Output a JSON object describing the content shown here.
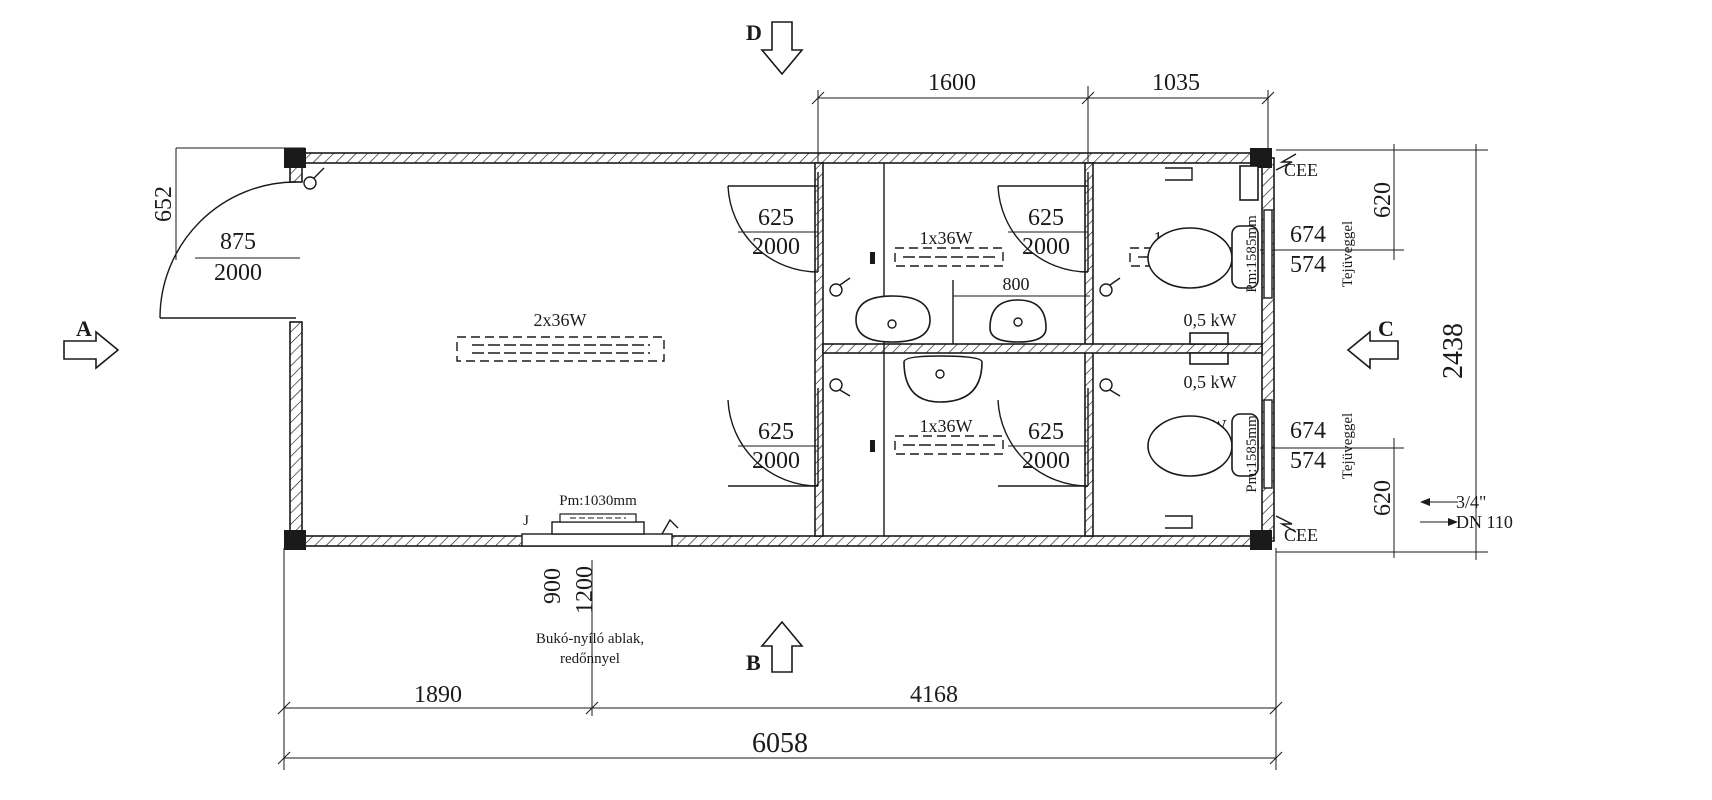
{
  "section_labels": {
    "a": "A",
    "b": "B",
    "c": "C",
    "d": "D"
  },
  "top_dims": {
    "left": "1600",
    "right": "1035"
  },
  "bottom_dims": {
    "left": "1890",
    "right": "4168",
    "total": "6058"
  },
  "right_dims": {
    "total": "2438",
    "top": "620",
    "bottom": "620"
  },
  "left_door": {
    "offset": "652",
    "width": "875",
    "height": "2000"
  },
  "doors": {
    "d1": {
      "width": "625",
      "height": "2000"
    },
    "d2": {
      "width": "625",
      "height": "2000"
    },
    "d3": {
      "width": "625",
      "height": "2000"
    },
    "d4": {
      "width": "625",
      "height": "2000"
    }
  },
  "lights": {
    "main": "2x36W",
    "l1": "1x36W",
    "l2": "1x36W",
    "l3": "1x36W",
    "l4": "1x36W"
  },
  "heaters": {
    "upper": "0,5 kW",
    "lower": "0,5 kW"
  },
  "sink_dim": "800",
  "windows": {
    "upper": {
      "width": "674",
      "height": "574",
      "sill": "Pm:1585mm",
      "label": "Tejüveggel"
    },
    "lower": {
      "width": "674",
      "height": "574",
      "sill": "Pm:1585mm",
      "label": "Tejüveggel"
    }
  },
  "main_window": {
    "sill": "Pm:1030mm",
    "mark": "J",
    "height": "1200",
    "width": "900",
    "label_line1": "Bukó-nyíló ablak,",
    "label_line2": "redőnnyel"
  },
  "cee": {
    "upper": "CEE",
    "lower": "CEE"
  },
  "pipes": {
    "water": "3/4\"",
    "drain": "DN 110"
  }
}
